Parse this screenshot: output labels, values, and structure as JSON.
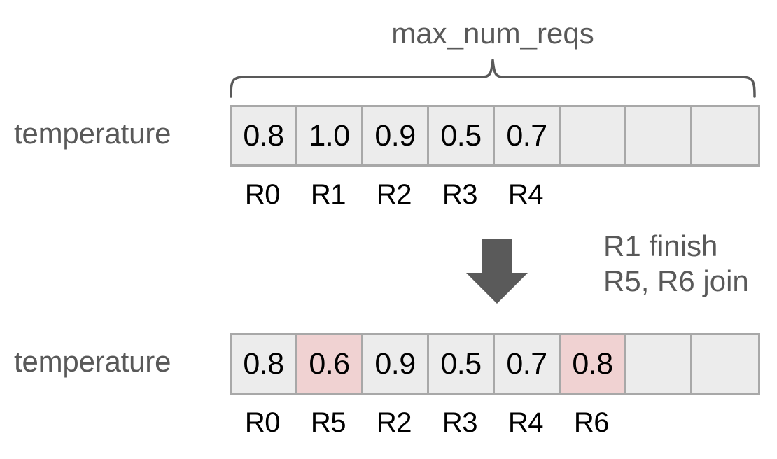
{
  "figure": {
    "brace_caption": "max_num_reqs",
    "annotation_lines": [
      "R1 finish",
      "R5, R6 join"
    ],
    "arrow_icon": "down-arrow-icon",
    "brace_icon": "curly-brace-icon",
    "colors": {
      "cell_fill": "#ececec",
      "cell_border": "#a8a8a8",
      "highlight_fill": "#f0d2d2",
      "label_gray": "#595959",
      "value_black": "#000000",
      "arrow_gray": "#5a5a5a"
    }
  },
  "rows": [
    {
      "label": "temperature",
      "cells": [
        {
          "value": "0.8",
          "slot": "R0",
          "highlight": false
        },
        {
          "value": "1.0",
          "slot": "R1",
          "highlight": false
        },
        {
          "value": "0.9",
          "slot": "R2",
          "highlight": false
        },
        {
          "value": "0.5",
          "slot": "R3",
          "highlight": false
        },
        {
          "value": "0.7",
          "slot": "R4",
          "highlight": false
        },
        {
          "value": "",
          "slot": "",
          "highlight": false
        },
        {
          "value": "",
          "slot": "",
          "highlight": false
        },
        {
          "value": "",
          "slot": "",
          "highlight": false
        }
      ]
    },
    {
      "label": "temperature",
      "cells": [
        {
          "value": "0.8",
          "slot": "R0",
          "highlight": false
        },
        {
          "value": "0.6",
          "slot": "R5",
          "highlight": true
        },
        {
          "value": "0.9",
          "slot": "R2",
          "highlight": false
        },
        {
          "value": "0.5",
          "slot": "R3",
          "highlight": false
        },
        {
          "value": "0.7",
          "slot": "R4",
          "highlight": false
        },
        {
          "value": "0.8",
          "slot": "R6",
          "highlight": true
        },
        {
          "value": "",
          "slot": "",
          "highlight": false
        },
        {
          "value": "",
          "slot": "",
          "highlight": false
        }
      ]
    }
  ]
}
